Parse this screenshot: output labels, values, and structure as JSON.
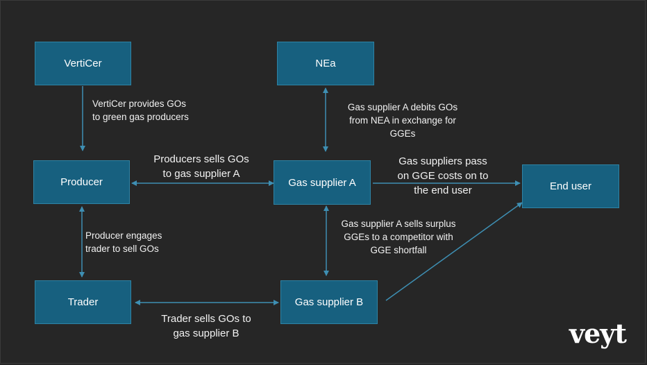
{
  "nodes": {
    "verticer": "VertiCer",
    "nea": "NEa",
    "producer": "Producer",
    "gas_supplier_a": "Gas supplier A",
    "end_user": "End user",
    "trader": "Trader",
    "gas_supplier_b": "Gas supplier B"
  },
  "edges": {
    "verticer_producer": [
      "VertiCer provides GOs",
      "to green gas producers"
    ],
    "nea_supplier_a": [
      "Gas supplier A debits GOs",
      "from NEA in exchange for",
      "GGEs"
    ],
    "producer_supplier_a": [
      "Producers sells GOs",
      "to gas supplier A"
    ],
    "supplier_a_end_user": [
      "Gas suppliers pass",
      "on GGE costs on to",
      "the end user"
    ],
    "producer_trader": [
      "Producer engages",
      "trader to sell GOs"
    ],
    "supplier_a_supplier_b": [
      "Gas supplier A sells surplus",
      "GGEs to a competitor with",
      "GGE shortfall"
    ],
    "trader_supplier_b": [
      "Trader sells GOs to",
      "gas supplier B"
    ]
  },
  "brand": {
    "logo_text": "veyt"
  },
  "colors": {
    "background": "#262626",
    "box_fill": "#17607f",
    "arrow": "#3e8fb3"
  }
}
